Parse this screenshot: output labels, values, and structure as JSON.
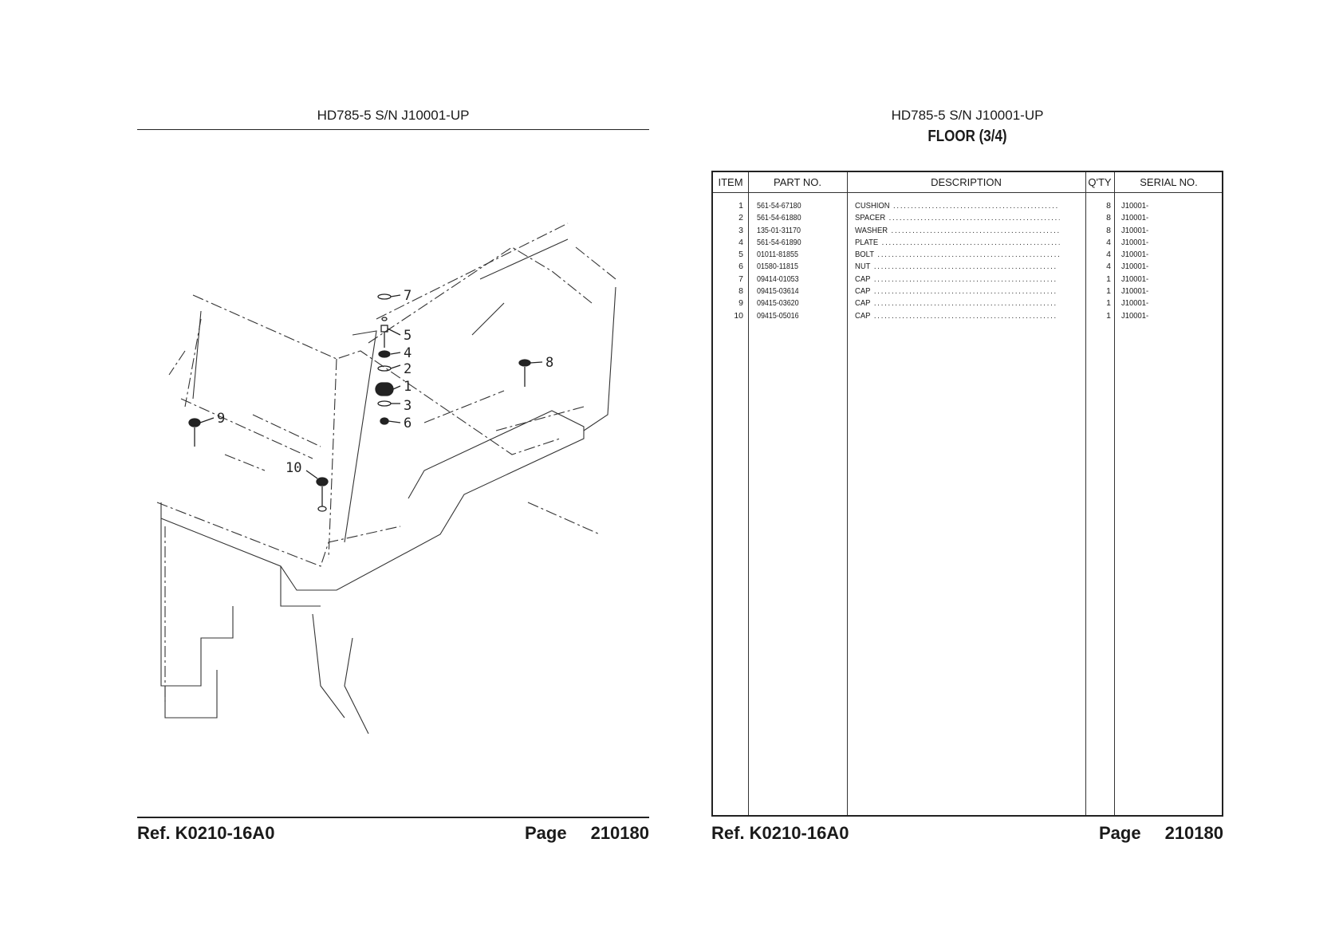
{
  "left_page": {
    "model": "HD785-5 S/N J10001-UP",
    "footer_ref": "Ref.  K0210-16A0",
    "footer_page_label": "Page",
    "footer_page_number": "210180",
    "callouts": [
      "1",
      "2",
      "3",
      "4",
      "5",
      "6",
      "7",
      "8",
      "9",
      "10"
    ]
  },
  "right_page": {
    "model": "HD785-5 S/N J10001-UP",
    "title": "FLOOR (3/4)",
    "footer_ref": "Ref.  K0210-16A0",
    "footer_page_label": "Page",
    "footer_page_number": "210180",
    "table": {
      "headers": {
        "item": "ITEM",
        "part_no": "PART NO.",
        "description": "DESCRIPTION",
        "qty": "Q'TY",
        "serial": "SERIAL NO."
      },
      "rows": [
        {
          "item": "1",
          "part_no": "561-54-67180",
          "description": "CUSHION",
          "qty": "8",
          "serial": "J10001-"
        },
        {
          "item": "2",
          "part_no": "561-54-61880",
          "description": "SPACER",
          "qty": "8",
          "serial": "J10001-"
        },
        {
          "item": "3",
          "part_no": "135-01-31170",
          "description": "WASHER",
          "qty": "8",
          "serial": "J10001-"
        },
        {
          "item": "4",
          "part_no": "561-54-61890",
          "description": "PLATE",
          "qty": "4",
          "serial": "J10001-"
        },
        {
          "item": "5",
          "part_no": "01011-81855",
          "description": "BOLT",
          "qty": "4",
          "serial": "J10001-"
        },
        {
          "item": "6",
          "part_no": "01580-11815",
          "description": "NUT",
          "qty": "4",
          "serial": "J10001-"
        },
        {
          "item": "7",
          "part_no": "09414-01053",
          "description": "CAP",
          "qty": "1",
          "serial": "J10001-"
        },
        {
          "item": "8",
          "part_no": "09415-03614",
          "description": "CAP",
          "qty": "1",
          "serial": "J10001-"
        },
        {
          "item": "9",
          "part_no": "09415-03620",
          "description": "CAP",
          "qty": "1",
          "serial": "J10001-"
        },
        {
          "item": "10",
          "part_no": "09415-05016",
          "description": "CAP",
          "qty": "1",
          "serial": "J10001-"
        }
      ]
    }
  }
}
